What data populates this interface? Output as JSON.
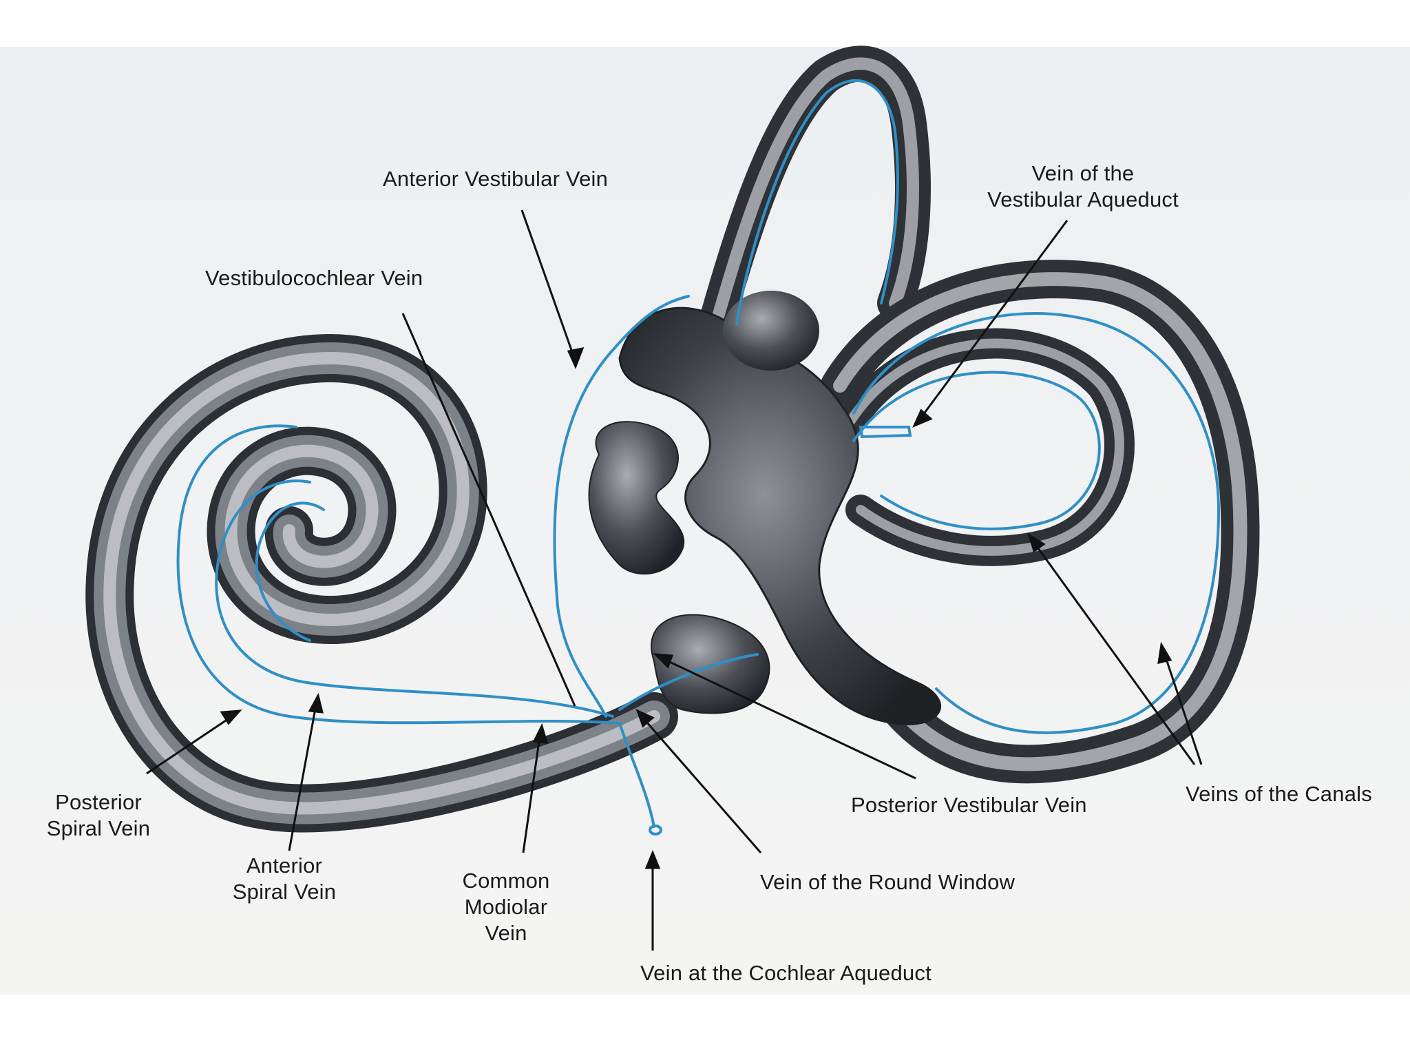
{
  "colors": {
    "background": "#eceff1",
    "vein": "#2f8fc6",
    "organ_dark": "#2c2f33",
    "organ_mid": "#6d7278",
    "organ_light": "#c9ccd0",
    "text": "#1a1a1a"
  },
  "labels": {
    "anterior_vestibular_vein": "Anterior Vestibular Vein",
    "vein_vestibular_aqueduct": "Vein of the\nVestibular Aqueduct",
    "vestibulocochlear_vein": "Vestibulocochlear Vein",
    "posterior_spiral_vein": "Posterior\nSpiral Vein",
    "anterior_spiral_vein": "Anterior\nSpiral Vein",
    "common_modiolar_vein": "Common\nModiolar\nVein",
    "vein_round_window": "Vein of the Round Window",
    "vein_cochlear_aqueduct": "Vein at the Cochlear Aqueduct",
    "posterior_vestibular_vein": "Posterior Vestibular Vein",
    "veins_of_canals": "Veins of the Canals"
  }
}
